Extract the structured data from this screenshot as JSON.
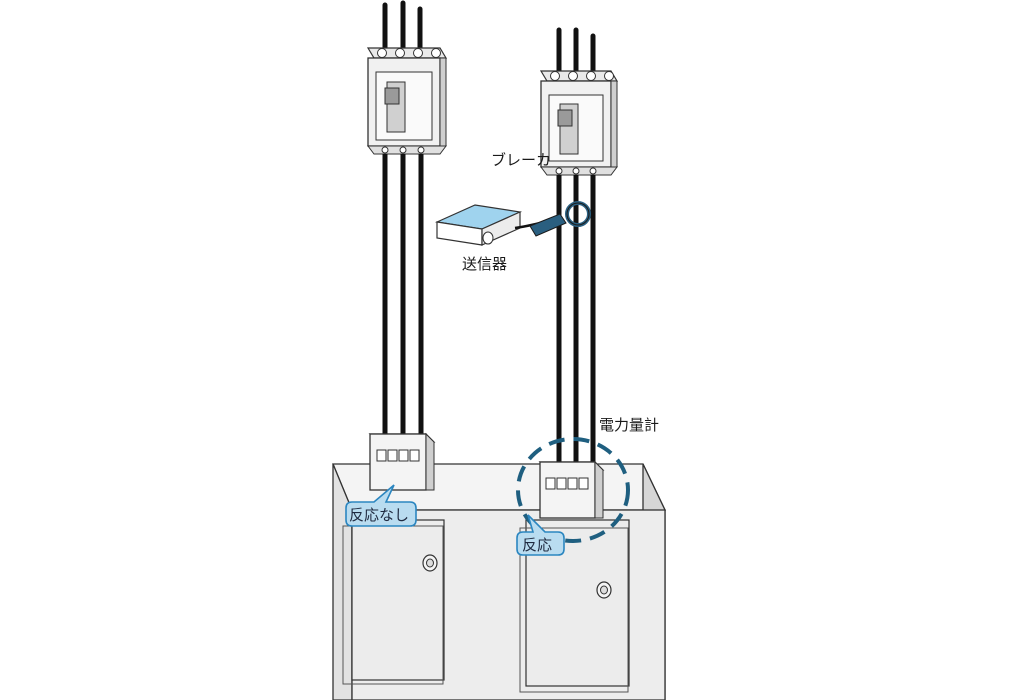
{
  "labels": {
    "breaker": "ブレーカ",
    "transmitter": "送信器",
    "power_meter": "電力量計"
  },
  "callouts": {
    "no_response": "反応なし",
    "response": "反応"
  },
  "colors": {
    "callout_fill": "#b9dcf0",
    "callout_stroke": "#2b86c0",
    "dashed_circle": "#1f5f80",
    "transmitter_top": "#9fd3ee",
    "clamp": "#2a5f80",
    "cable": "#111111",
    "panel": "#ededed",
    "outline": "#333333"
  },
  "icons": {
    "breaker": "circuit-breaker-icon",
    "meter": "power-meter-icon",
    "transmitter": "transmitter-icon",
    "clamp": "current-clamp-icon"
  }
}
